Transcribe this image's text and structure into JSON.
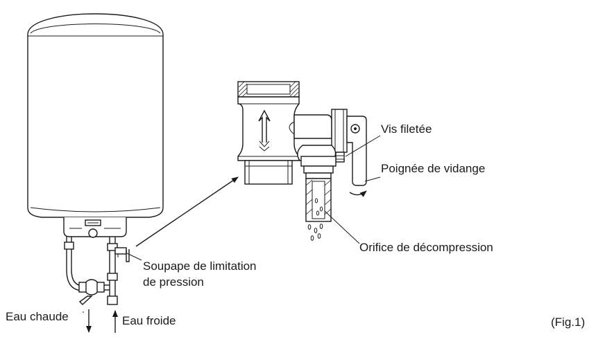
{
  "labels": {
    "vis_filetee": "Vis filetée",
    "poignee": "Poignée de vidange",
    "orifice": "Orifice de décompression",
    "soupape_line1": "Soupape de limitation",
    "soupape_line2": "de pression",
    "eau_chaude": "Eau chaude",
    "eau_froide": "Eau froide",
    "fig": "(Fig.1)"
  },
  "colors": {
    "line": "#1a1a1a",
    "background": "#ffffff"
  }
}
